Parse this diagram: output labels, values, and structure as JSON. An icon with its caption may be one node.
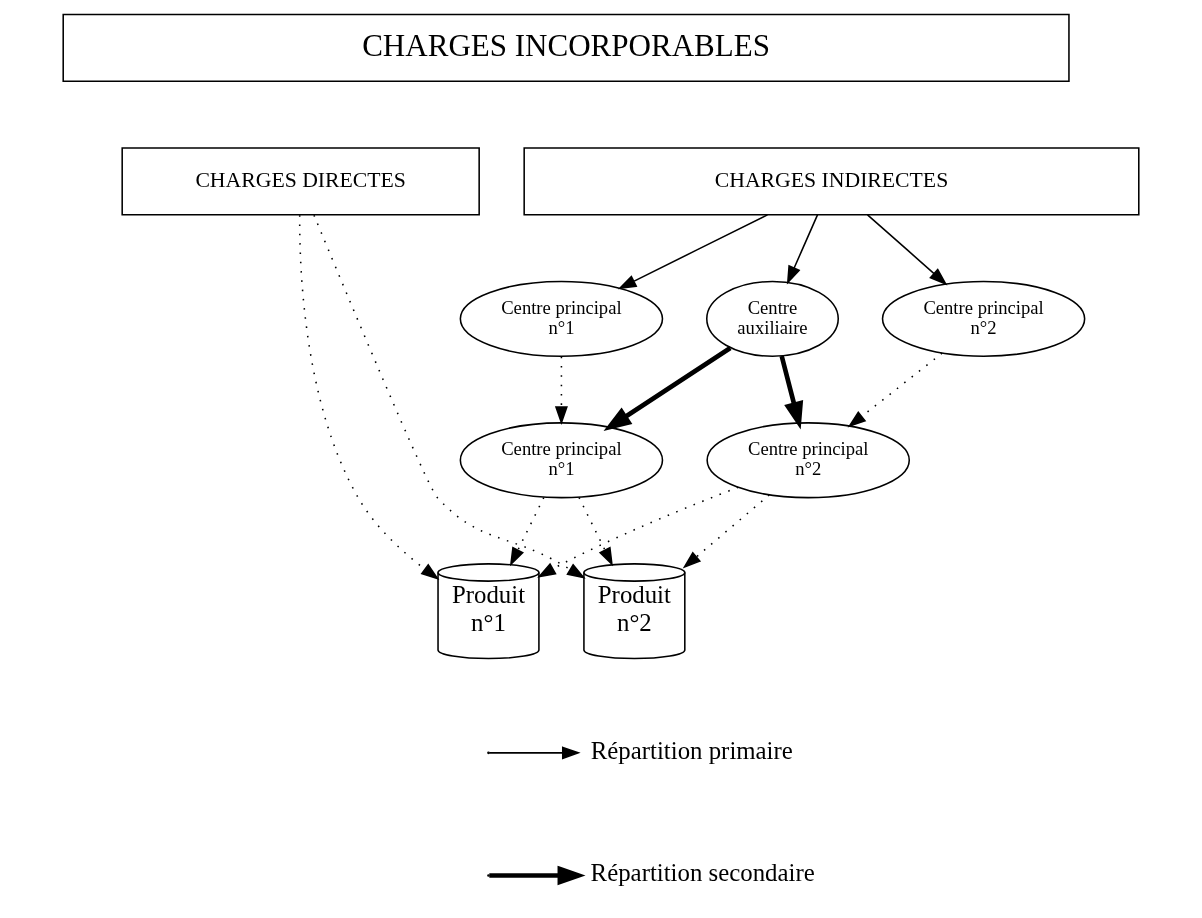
{
  "diagram": {
    "nodes": [
      {
        "text": [
          "CHARGES INCORPORABLES"
        ]
      },
      {
        "text": [
          "CHARGES DIRECTES"
        ]
      },
      {
        "text": [
          "CHARGES INDIRECTES"
        ]
      },
      {
        "text": [
          "Centre principal n°1"
        ]
      },
      {
        "text": [
          "Centre auxiliaire"
        ]
      },
      {
        "text": [
          "Centre principal n°2"
        ]
      },
      {
        "text": [
          "Centre principal n°1"
        ]
      },
      {
        "text": [
          "Centre principal n°2"
        ]
      },
      {
        "text": [
          "Produit n°1"
        ]
      },
      {
        "text": [
          "Produit n°2"
        ]
      }
    ],
    "edges": [
      {
        "from": 2,
        "to": 3,
        "arrow": "to"
      },
      {
        "from": 2,
        "to": 4,
        "arrow": "to"
      },
      {
        "from": 2,
        "to": 5,
        "arrow": "to"
      },
      {
        "from": 3,
        "to": 6,
        "arrow": "to",
        "style": "dashed"
      },
      {
        "from": 4,
        "to": 6,
        "arrow": "to",
        "style": "thick"
      },
      {
        "from": 4,
        "to": 7,
        "arrow": "to",
        "style": "thick"
      },
      {
        "from": 5,
        "to": 7,
        "arrow": "to",
        "style": "dashed"
      },
      {
        "from": 1,
        "to": 8,
        "arrow": "to",
        "style": "dashed"
      },
      {
        "from": 1,
        "to": 9,
        "arrow": "to",
        "style": "dashed"
      },
      {
        "from": 6,
        "to": 8,
        "arrow": "to",
        "style": "dashed"
      },
      {
        "from": 6,
        "to": 9,
        "arrow": "to",
        "style": "dashed"
      },
      {
        "from": 7,
        "to": 8,
        "arrow": "to",
        "style": "dashed"
      },
      {
        "from": 7,
        "to": 9,
        "arrow": "to",
        "style": "dashed"
      }
    ],
    "legend": [
      {
        "text": "Répartition primaire"
      },
      {
        "text": "Répartition secondaire"
      }
    ]
  }
}
